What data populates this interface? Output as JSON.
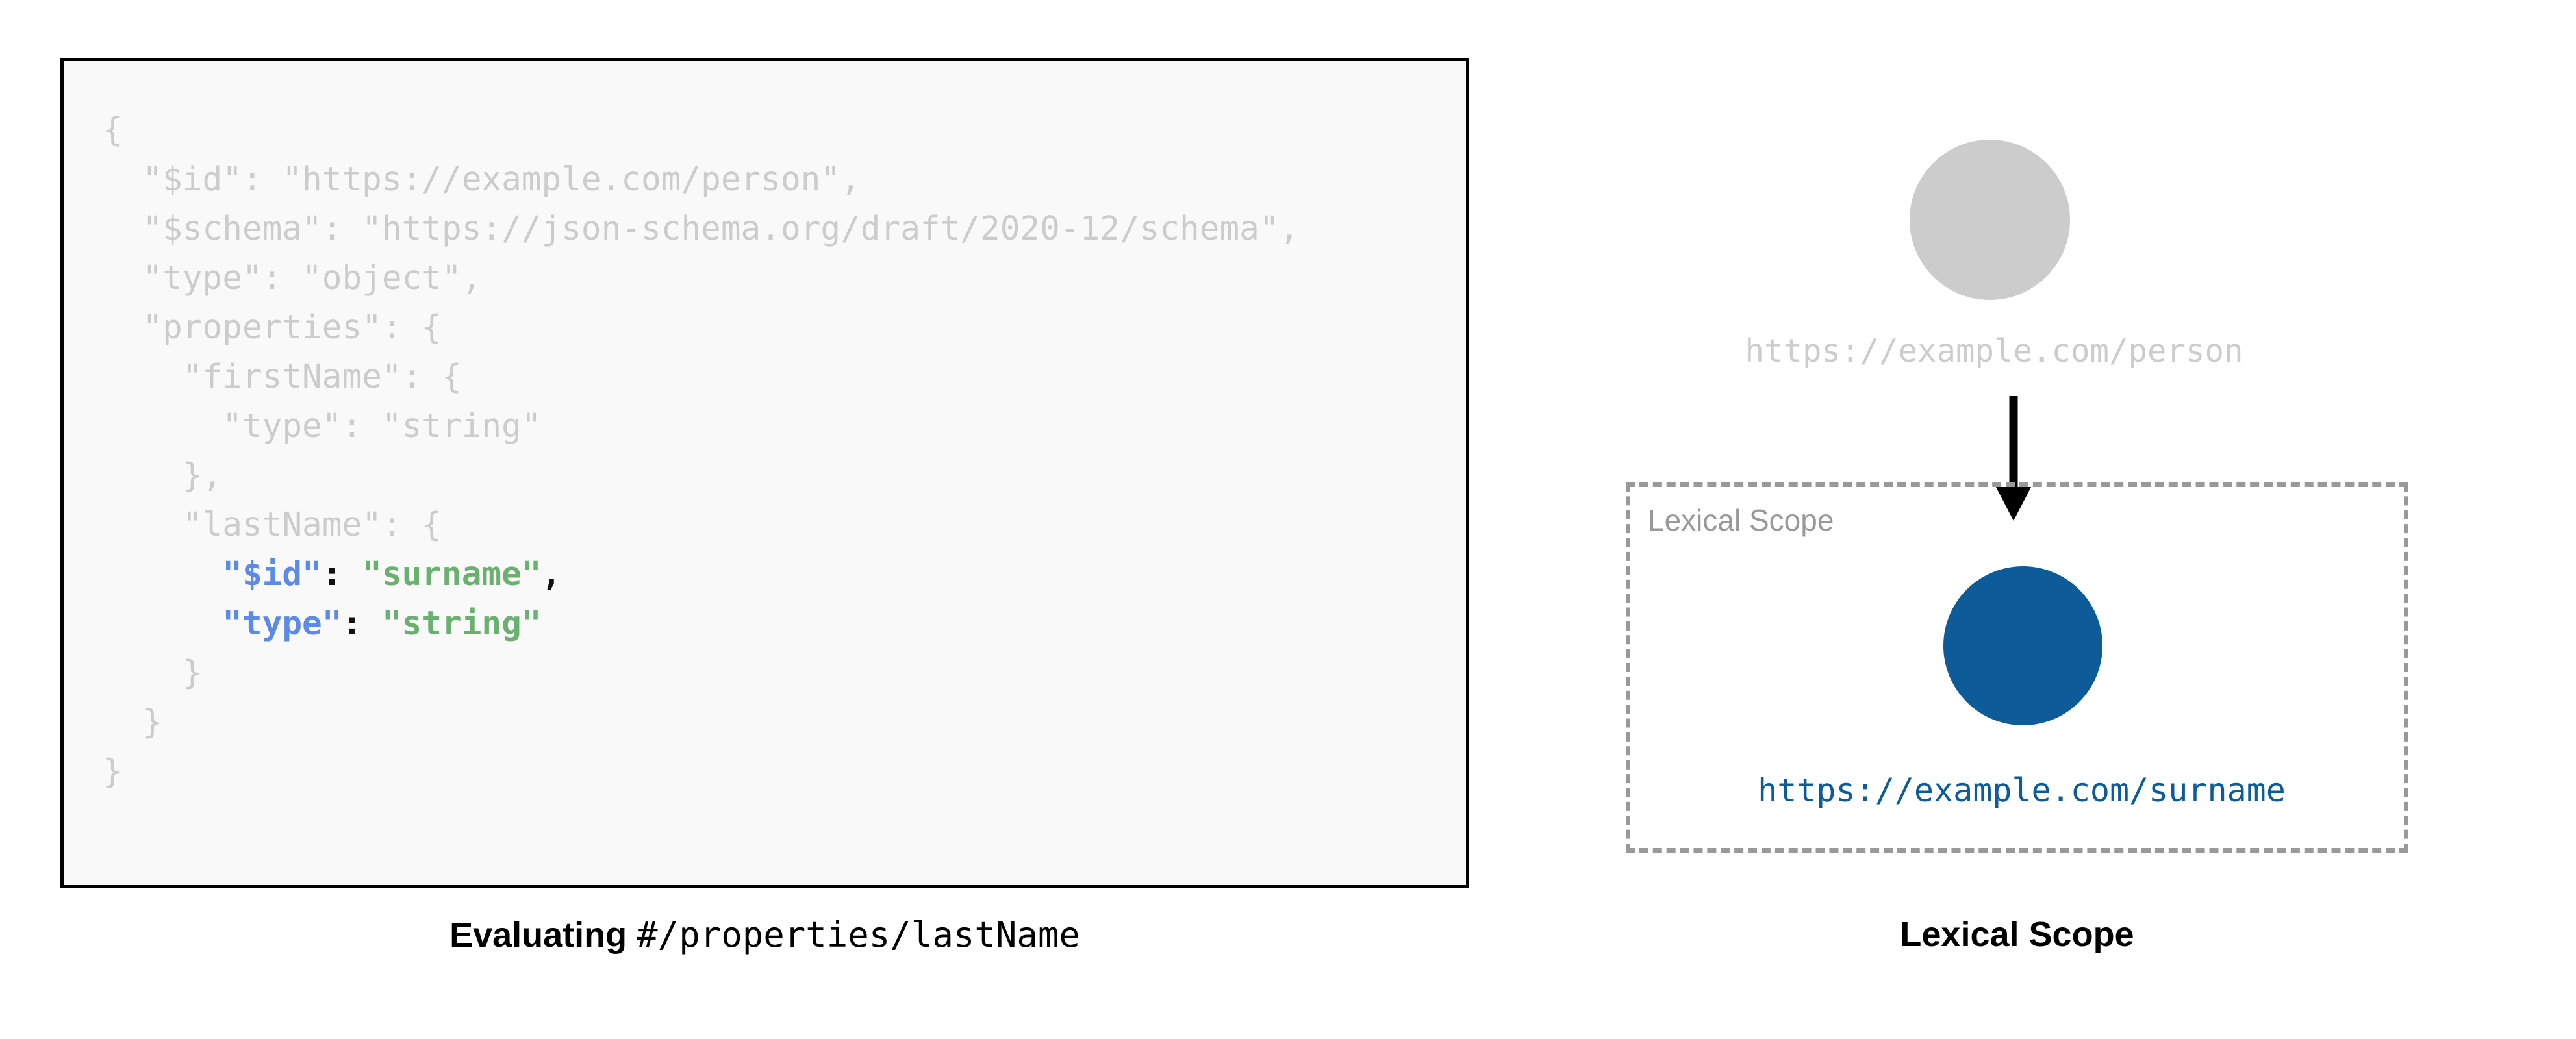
{
  "left_panel": {
    "code_lines": [
      {
        "indent": "",
        "tokens": [
          {
            "text": "{",
            "style": "dim"
          }
        ]
      },
      {
        "indent": "  ",
        "tokens": [
          {
            "text": "\"$id\": \"https://example.com/person\",",
            "style": "dim"
          }
        ]
      },
      {
        "indent": "  ",
        "tokens": [
          {
            "text": "\"$schema\": \"https://json-schema.org/draft/2020-12/schema\",",
            "style": "dim"
          }
        ]
      },
      {
        "indent": "  ",
        "tokens": [
          {
            "text": "\"type\": \"object\",",
            "style": "dim"
          }
        ]
      },
      {
        "indent": "  ",
        "tokens": [
          {
            "text": "\"properties\": {",
            "style": "dim"
          }
        ]
      },
      {
        "indent": "    ",
        "tokens": [
          {
            "text": "\"firstName\": {",
            "style": "dim"
          }
        ]
      },
      {
        "indent": "      ",
        "tokens": [
          {
            "text": "\"type\": \"string\"",
            "style": "dim"
          }
        ]
      },
      {
        "indent": "    ",
        "tokens": [
          {
            "text": "},",
            "style": "dim"
          }
        ]
      },
      {
        "indent": "    ",
        "tokens": [
          {
            "text": "\"lastName\": {",
            "style": "dim"
          }
        ]
      },
      {
        "indent": "      ",
        "tokens": [
          {
            "text": "\"$id\"",
            "style": "key"
          },
          {
            "text": ":",
            "style": "punct"
          },
          {
            "text": " ",
            "style": "dim"
          },
          {
            "text": "\"surname\"",
            "style": "val"
          },
          {
            "text": ",",
            "style": "punct"
          }
        ]
      },
      {
        "indent": "      ",
        "tokens": [
          {
            "text": "\"type\"",
            "style": "key"
          },
          {
            "text": ":",
            "style": "punct"
          },
          {
            "text": " ",
            "style": "dim"
          },
          {
            "text": "\"string\"",
            "style": "val"
          }
        ]
      },
      {
        "indent": "    ",
        "tokens": [
          {
            "text": "}",
            "style": "dim"
          }
        ]
      },
      {
        "indent": "  ",
        "tokens": [
          {
            "text": "}",
            "style": "dim"
          }
        ]
      },
      {
        "indent": "",
        "tokens": [
          {
            "text": "}",
            "style": "dim"
          }
        ]
      }
    ],
    "caption_bold": "Evaluating",
    "caption_mono": "#/properties/lastName"
  },
  "right_panel": {
    "outer_node_label": "https://example.com/person",
    "scope_box_label": "Lexical Scope",
    "inner_node_label": "https://example.com/surname",
    "caption": "Lexical Scope"
  },
  "colors": {
    "card_background": "#f9f9f9",
    "card_border": "#000000",
    "code_dim": "#cccccc",
    "code_key_blue": "#5b8ae8",
    "code_value_green": "#6ab06f",
    "code_punct": "#111111",
    "outer_node_gray": "#cccccc",
    "inner_node_blue": "#0d5c99",
    "scope_dash_gray": "#999999",
    "arrow_black": "#000000"
  }
}
